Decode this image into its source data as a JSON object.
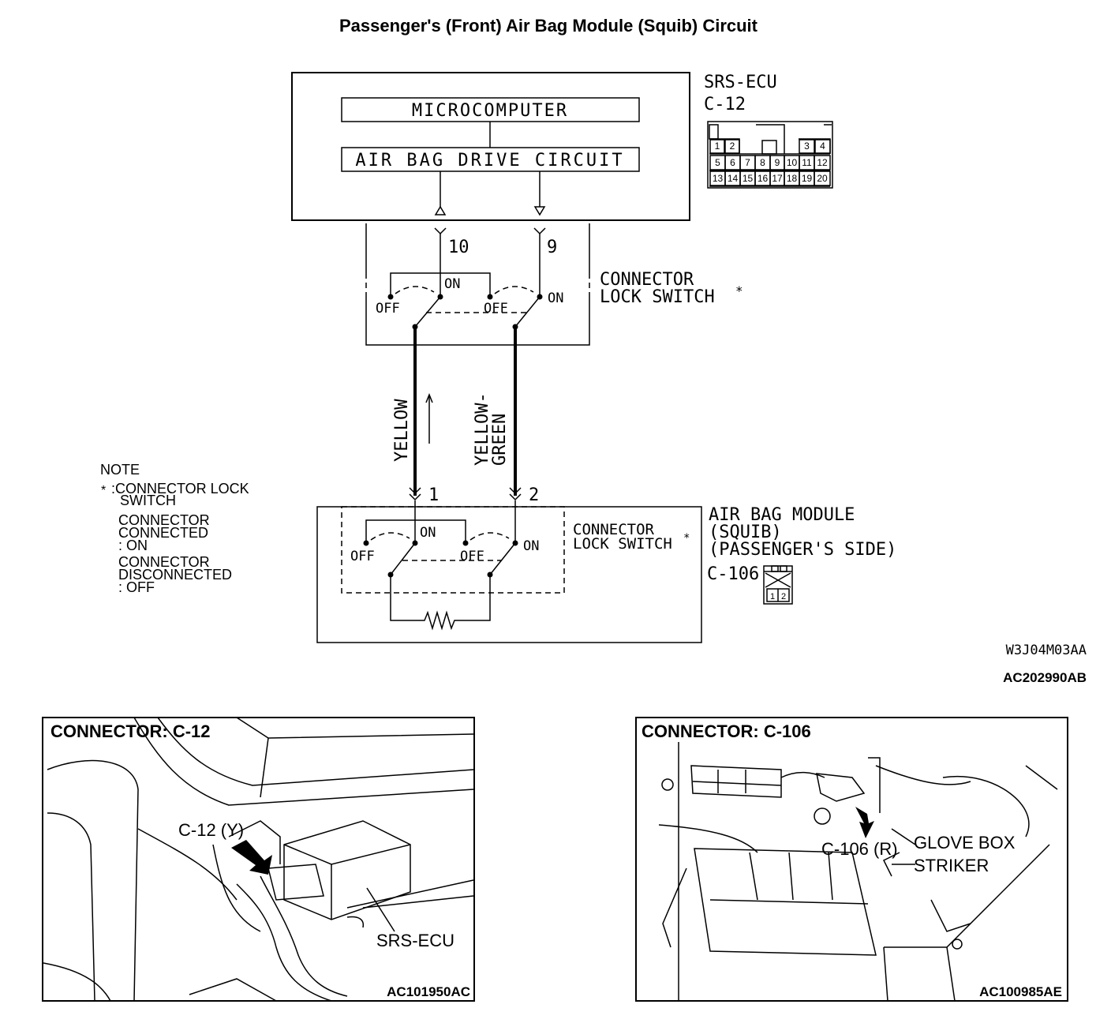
{
  "title": "Passenger's (Front) Air Bag Module (Squib) Circuit",
  "ecu": {
    "name": "SRS-ECU",
    "connector": "C-12",
    "microcomputer": "MICROCOMPUTER",
    "drive_circuit": "AIR BAG DRIVE CIRCUIT",
    "pins": [
      "1",
      "2",
      "3",
      "4",
      "5",
      "6",
      "7",
      "8",
      "9",
      "10",
      "11",
      "12",
      "13",
      "14",
      "15",
      "16",
      "17",
      "18",
      "19",
      "20"
    ]
  },
  "upper_switch": {
    "pin_left": "10",
    "pin_right": "9",
    "on": "ON",
    "off": "OFF",
    "label_line1": "CONNECTOR",
    "label_line2": "LOCK SWITCH",
    "asterisk": "*"
  },
  "wires": {
    "left": "YELLOW",
    "right_line1": "YELLOW-",
    "right_line2": "GREEN"
  },
  "module": {
    "pin_left": "1",
    "pin_right": "2",
    "on": "ON",
    "off": "OFF",
    "switch_line1": "CONNECTOR",
    "switch_line2": "LOCK SWITCH",
    "asterisk": "*",
    "name_line1": "AIR BAG MODULE",
    "name_line2": "(SQUIB)",
    "name_line3": "(PASSENGER'S SIDE)",
    "connector": "C-106",
    "connector_pins": [
      "1",
      "2"
    ]
  },
  "note": {
    "heading": "NOTE",
    "asterisk": "*",
    "line1": ":CONNECTOR LOCK",
    "line2": "SWITCH",
    "line3": "CONNECTOR",
    "line4": "CONNECTED",
    "line5": ": ON",
    "line6": "CONNECTOR",
    "line7": "DISCONNECTED",
    "line8": ": OFF"
  },
  "codes": {
    "diagram_code": "W3J04M03AA",
    "figure_code": "AC202990AB"
  },
  "panel_left": {
    "title": "CONNECTOR: C-12",
    "callout": "C-12 (Y)",
    "ecu_label": "SRS-ECU",
    "code": "AC101950AC"
  },
  "panel_right": {
    "title": "CONNECTOR: C-106",
    "callout": "C-106 (R)",
    "label_line1": "GLOVE BOX",
    "label_line2": "STRIKER",
    "code": "AC100985AE"
  }
}
